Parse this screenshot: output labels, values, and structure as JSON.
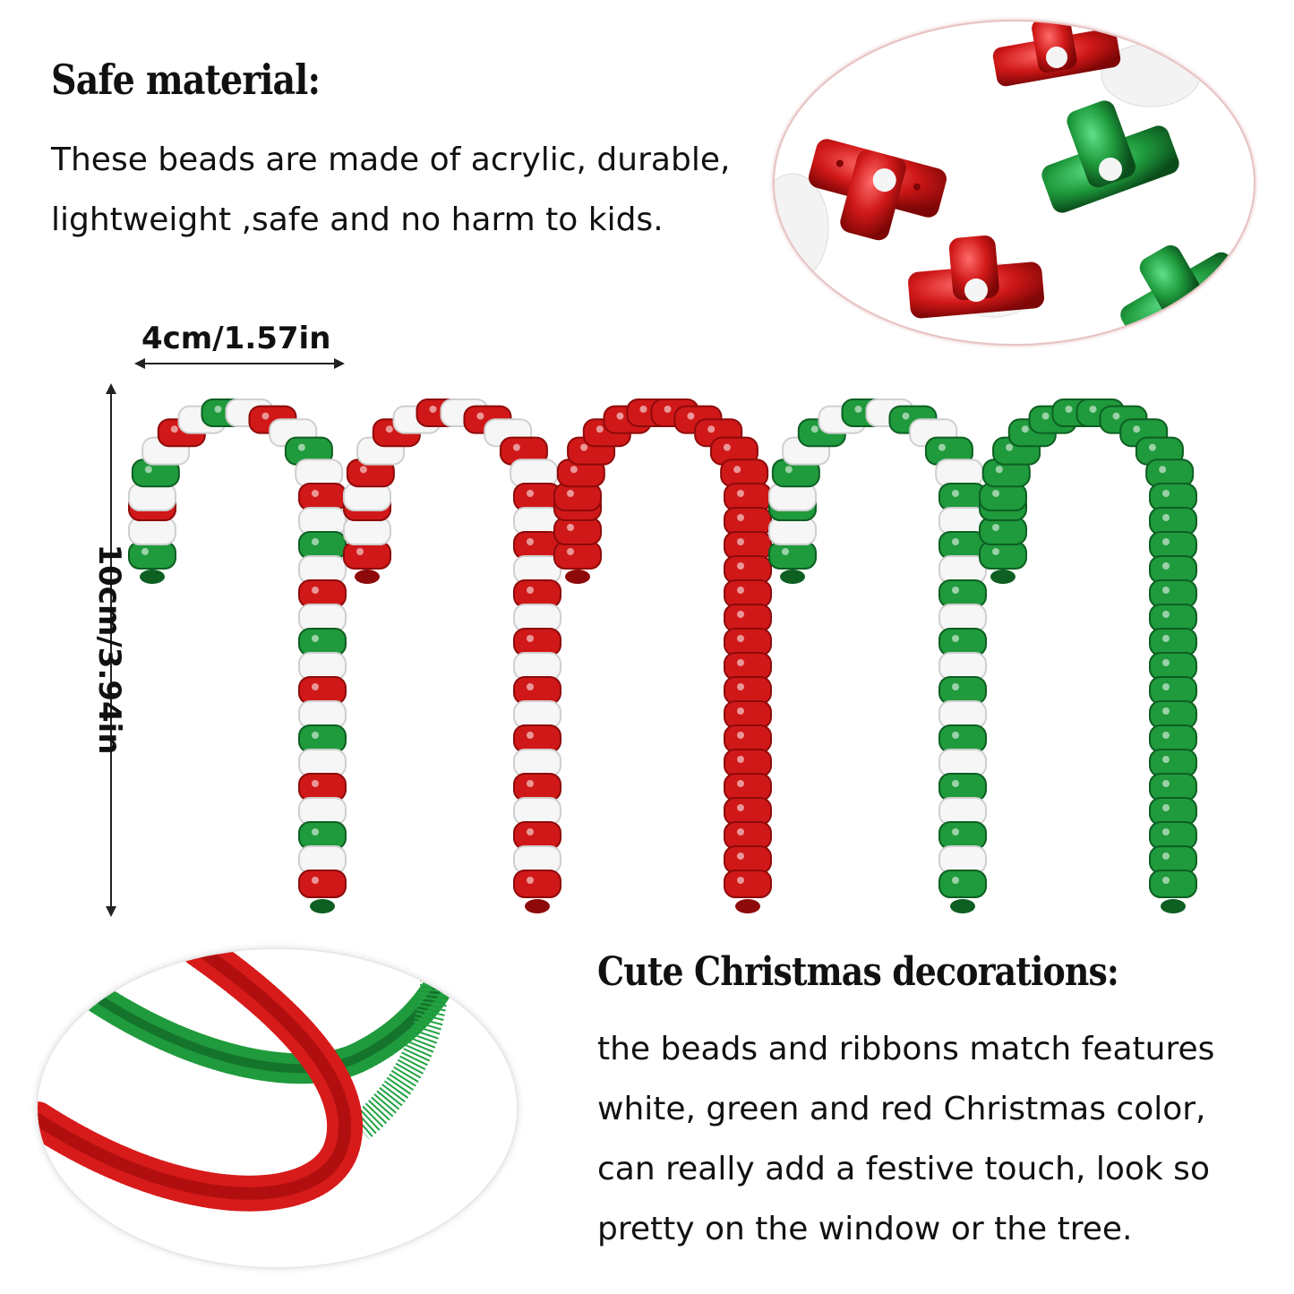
{
  "safe_section": {
    "heading": "Safe material:",
    "lines": [
      "These beads are made of acrylic, durable,",
      "lightweight ,safe and no harm to kids."
    ]
  },
  "cute_section": {
    "heading": "Cute Christmas decorations:",
    "lines": [
      "the beads and ribbons match features",
      "white, green and red Christmas color,",
      "can really add a festive touch, look so",
      "pretty on the window or the tree."
    ]
  },
  "dimensions": {
    "width_label": "4cm/1.57in",
    "height_label": "10cm/3.94in"
  },
  "colors": {
    "red": "#d01818",
    "dark_red": "#8e0a0a",
    "green": "#1f9a3c",
    "dark_green": "#0d5f22",
    "white_bead": "#f6f6f6"
  },
  "candy_canes": [
    {
      "pattern": [
        "green",
        "white",
        "red",
        "white"
      ]
    },
    {
      "pattern": [
        "red",
        "white"
      ]
    },
    {
      "pattern": [
        "red"
      ]
    },
    {
      "pattern": [
        "green",
        "white"
      ]
    },
    {
      "pattern": [
        "green"
      ]
    }
  ]
}
